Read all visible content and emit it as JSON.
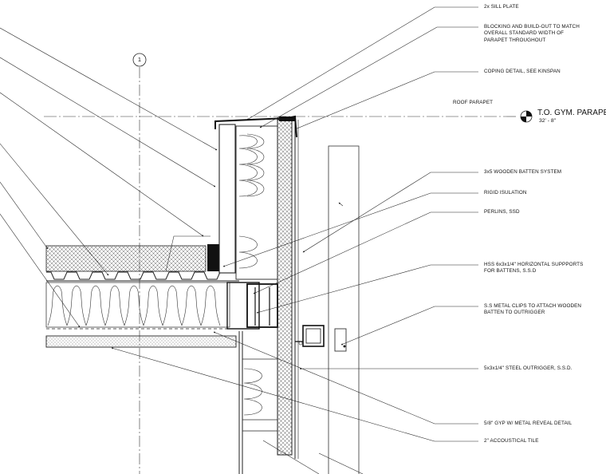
{
  "grid_bubble": {
    "label": "1"
  },
  "level": {
    "name": "T.O. GYM. PARAPET",
    "elevation": "32' - 8\"",
    "roof_label": "ROOF PARAPET"
  },
  "notes": [
    {
      "id": "sill-plate",
      "text": "2x SILL PLATE"
    },
    {
      "id": "blocking",
      "text": "BLOCKING AND BUILD-OUT TO MATCH\nOVERALL STANDARD WIDTH OF\nPARAPET THROUGHOUT"
    },
    {
      "id": "coping",
      "text": "COPING DETAIL, SEE KINSPAN"
    },
    {
      "id": "batten-system",
      "text": "3x5 WOODEN BATTEN SYSTEM"
    },
    {
      "id": "rigid-insulation",
      "text": "RIGID ISULATION"
    },
    {
      "id": "purlins",
      "text": "PERLINS, SSD"
    },
    {
      "id": "hss-supports",
      "text": "HSS 6x3x1/4\" HORIZONTAL SUPPPORTS\nFOR BATTENS, S.S.D"
    },
    {
      "id": "metal-clips",
      "text": "S.S METAL CLIPS TO ATTACH WOODEN\nBATTEN TO OUTRIGGER"
    },
    {
      "id": "outrigger",
      "text": "5x3x1/4\" STEEL OUTRIGGER, S.S.D."
    },
    {
      "id": "gyp-reveal",
      "text": "5/8\" GYP W/ METAL REVEAL DETAIL"
    },
    {
      "id": "acoustical-tile",
      "text": "2\" ACCOUSTICAL TILE"
    }
  ],
  "colors": {
    "line": "#222222",
    "hatch": "#555555",
    "ink": "#111111"
  }
}
